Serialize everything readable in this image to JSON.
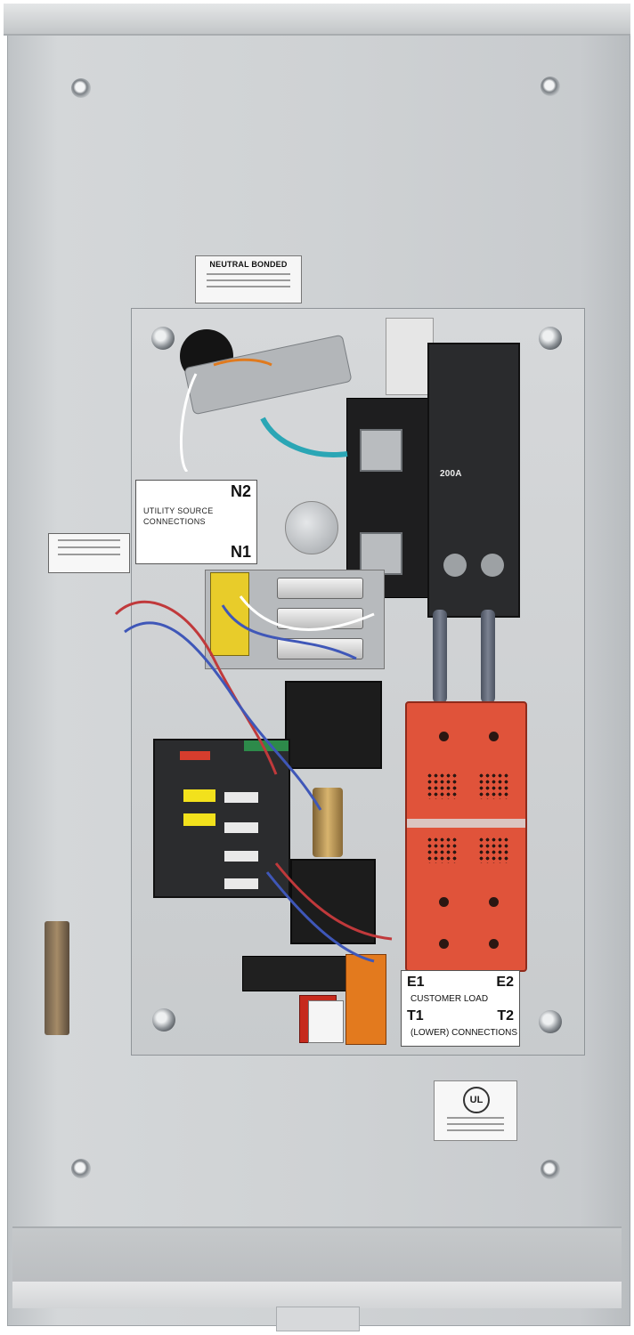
{
  "image": {
    "subject": "transfer-switch-enclosure"
  },
  "labels": {
    "neutral_bonded": "NEUTRAL BONDED",
    "n2": "N2",
    "n1": "N1",
    "utility_text": "UTILITY SOURCE CONNECTIONS",
    "breaker_rating": "200A",
    "e1": "E1",
    "e2": "E2",
    "t1": "T1",
    "t2": "T2",
    "customer_load": "CUSTOMER LOAD",
    "load_connections": "(LOWER) CONNECTIONS",
    "ul_mark": "UL"
  },
  "colors": {
    "enclosure": "#cfd2d4",
    "switch_red": "#e0533a",
    "fuse_yellow": "#e8cc2a",
    "warning_orange": "#e37a1e"
  }
}
